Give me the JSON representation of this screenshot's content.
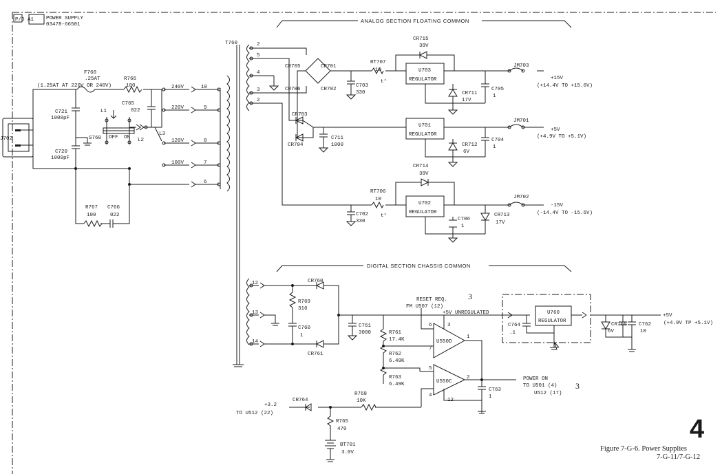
{
  "header": {
    "ref": "P/O A1",
    "title": "POWER SUPPLY",
    "part": "03478-66501"
  },
  "sections": {
    "analog": "ANALOG SECTION FLOATING COMMON",
    "digital": "DIGITAL SECTION CHASSIS COMMON"
  },
  "input": {
    "connector": "J702",
    "fuse": {
      "ref": "F760",
      "value": ".25AT",
      "note": "(1.25AT AT 220V OR 240V)"
    },
    "r766": {
      "ref": "R766",
      "value": "100"
    },
    "c765": {
      "ref": "C765",
      "value": "022"
    },
    "c721": {
      "ref": "C721",
      "value": "1000pF"
    },
    "c720": {
      "ref": "C720",
      "value": "1000pF"
    },
    "l1": "L1",
    "l2": "L2",
    "l3": "L3",
    "switch": {
      "ref": "S760",
      "off": "OFF",
      "on": "ON"
    },
    "r767": {
      "ref": "R767",
      "value": "100"
    },
    "c766": {
      "ref": "C766",
      "value": "022"
    }
  },
  "transformer": {
    "ref": "T760",
    "primary": [
      {
        "label": "240V",
        "pin": "10"
      },
      {
        "label": "220V",
        "pin": "9"
      },
      {
        "label": "120V",
        "pin": "8"
      },
      {
        "label": "100V",
        "pin": "7"
      },
      {
        "label": "",
        "pin": "6"
      }
    ],
    "secondary_analog": [
      "2",
      "5",
      "4",
      "3",
      "2"
    ],
    "secondary_digital": [
      "12",
      "13",
      "14"
    ]
  },
  "analog": {
    "cr705": "CR705",
    "cr701": "CR701",
    "cr706": "CR706",
    "cr702": "CR702",
    "cr703": "CR703",
    "cr704": "CR704",
    "c703": {
      "ref": "C703",
      "value": "330"
    },
    "c711": {
      "ref": "C711",
      "value": "1000"
    },
    "c702": {
      "ref": "C702",
      "value": "330"
    },
    "rt707": {
      "ref": "RT707",
      "value": "10",
      "t": "t°"
    },
    "rt706": {
      "ref": "RT706",
      "value": "10",
      "t": "t°"
    },
    "cr715": {
      "ref": "CR715",
      "value": "39V"
    },
    "cr714": {
      "ref": "CR714",
      "value": "39V"
    },
    "u703": {
      "ref": "U703",
      "type": "REGULATOR"
    },
    "u701": {
      "ref": "U701",
      "type": "REGULATOR"
    },
    "u702": {
      "ref": "U702",
      "type": "REGULATOR"
    },
    "cr711": {
      "ref": "CR711",
      "value": "17V"
    },
    "cr712": {
      "ref": "CR712",
      "value": "6V"
    },
    "cr713": {
      "ref": "CR713",
      "value": "17V"
    },
    "c705": {
      "ref": "C705",
      "value": "1"
    },
    "c704": {
      "ref": "C704",
      "value": "1"
    },
    "c706": {
      "ref": "C706",
      "value": "1"
    },
    "jm703": "JM703",
    "jm701": "JM701",
    "jm702": "JM702",
    "out1": {
      "v": "+15V",
      "range": "(+14.4V TO +15.6V)"
    },
    "out2": {
      "v": "+5V",
      "range": "(+4.9V TO +5.1V)"
    },
    "out3": {
      "v": "-15V",
      "range": "(-14.4V TO -15.6V)"
    }
  },
  "digital": {
    "cr760": "CR760",
    "cr761": "CR761",
    "r769": {
      "ref": "R769",
      "value": "316"
    },
    "c760": {
      "ref": "C760",
      "value": "1"
    },
    "c761": {
      "ref": "C761",
      "value": "3000"
    },
    "r761": {
      "ref": "R761",
      "value": "17.4K"
    },
    "r762": {
      "ref": "R762",
      "value": "6.49K"
    },
    "r763": {
      "ref": "R763",
      "value": "6.49K"
    },
    "reset1": "RESET REQ.",
    "reset2": "FM U507 (12)",
    "unreg": "+5V UNREGULATED",
    "u550d": "U550D",
    "u550c": "U550C",
    "pins": {
      "p6": "6",
      "p3": "3",
      "p7": "7",
      "p1": "1",
      "p5": "5",
      "p2": "2",
      "p4": "4",
      "p12": "12"
    },
    "c763": {
      "ref": "C763",
      "value": "1"
    },
    "c764": {
      "ref": "C764",
      "value": ".1"
    },
    "u760": {
      "ref": "U760",
      "type": "REGULATOR"
    },
    "cr766": {
      "ref": "CR766",
      "value": "6V"
    },
    "c762": {
      "ref": "C762",
      "value": "10"
    },
    "out": {
      "v": "+5V",
      "range": "(+4.9V TP +5.1V)"
    },
    "power_on": [
      "POWER ON",
      "TO U501 (4)",
      "U512 (17)"
    ],
    "r768": {
      "ref": "R768",
      "value": "10K"
    },
    "cr764": "CR764",
    "plus32": "+3.2",
    "to_u512": "TO U512 (22)",
    "r765": {
      "ref": "R765",
      "value": "470"
    },
    "bt701": {
      "ref": "BT701",
      "value": "3.0V"
    },
    "mark1": "3",
    "mark2": "3"
  },
  "footer": {
    "page": "4",
    "caption": "Figure 7-G-6. Power Supplies",
    "pages": "7-G-11/7-G-12"
  }
}
